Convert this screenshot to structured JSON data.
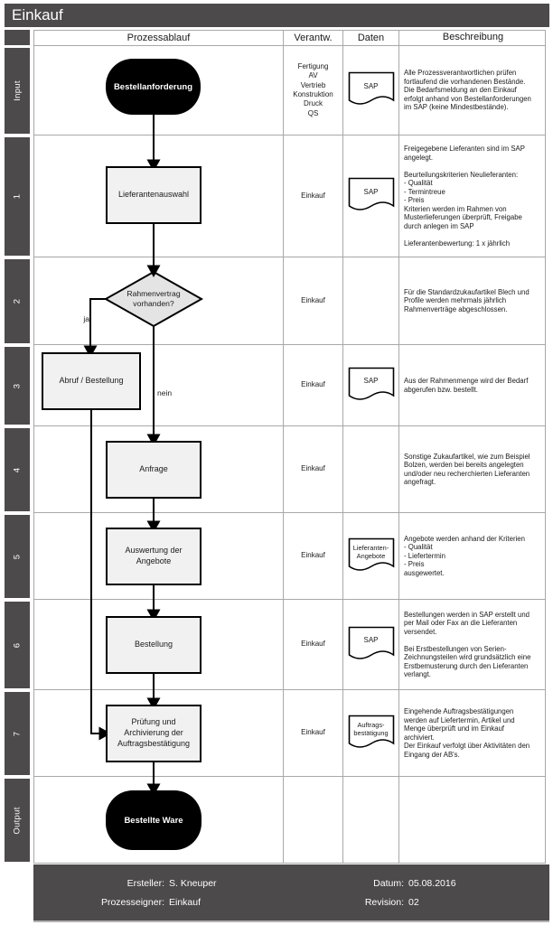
{
  "title": "Einkauf",
  "colors": {
    "header_bg": "#4c4a4a",
    "sidebar_bg": "#4c4a4a",
    "footer_bg": "#4c4a4a",
    "grid_line": "#a8a8a8",
    "process_fill": "#f1f1f1",
    "decision_fill": "#e4e4e4",
    "terminator_fill": "#000000"
  },
  "table": {
    "headers": [
      "Prozessablauf",
      "Verantw.",
      "Daten",
      "Beschreibung"
    ]
  },
  "rows": [
    {
      "label": "Input",
      "verantw": "Fertigung\nAV\nVertrieb\nKonstruktion\nDruck\nQS",
      "daten": "SAP",
      "beschreibung": "Alle Prozessverantwortlichen prüfen\nfortlaufend die vorhandenen Bestände.\nDie Bedarfsmeldung an den Einkauf\nerfolgt anhand von Bestellanforderungen\nim SAP (keine Mindestbestände)."
    },
    {
      "label": "1",
      "verantw": "Einkauf",
      "daten": "SAP",
      "beschreibung": "Freigegebene Lieferanten sind im SAP\nangelegt.\n\nBeurteilungskriterien Neulieferanten:\n- Qualität\n- Termintreue\n- Preis\nKriterien werden im Rahmen von\nMusterlieferungen überprüft, Freigabe\ndurch anlegen im SAP\n\nLieferantenbewertung: 1 x jährlich"
    },
    {
      "label": "2",
      "verantw": "Einkauf",
      "daten": "",
      "beschreibung": "Für die Standardzukaufartikel Blech und\nProfile werden mehrmals jährlich\nRahmenverträge abgeschlossen."
    },
    {
      "label": "3",
      "verantw": "Einkauf",
      "daten": "SAP",
      "beschreibung": "Aus der Rahmenmenge wird der Bedarf\nabgerufen bzw. bestellt."
    },
    {
      "label": "4",
      "verantw": "Einkauf",
      "daten": "",
      "beschreibung": "Sonstige Zukaufartikel, wie zum Beispiel\nBolzen, werden bei bereits angelegten\nund/oder neu recherchierten Lieferanten\nangefragt."
    },
    {
      "label": "5",
      "verantw": "Einkauf",
      "daten": "Lieferanten-\nAngebote",
      "beschreibung": "Angebote werden anhand der Kriterien\n- Qualität\n- Liefertermin\n- Preis\nausgewertet."
    },
    {
      "label": "6",
      "verantw": "Einkauf",
      "daten": "SAP",
      "beschreibung": "Bestellungen werden in SAP erstellt und\nper Mail oder Fax an die Lieferanten\nversendet.\n\nBei Erstbestellungen von Serien-\nZeichnungsteilen wird grundsätzlich eine\nErstbemusterung durch den Lieferanten\nverlangt."
    },
    {
      "label": "7",
      "verantw": "Einkauf",
      "daten": "Auftrags-\nbestätigung",
      "beschreibung": "Eingehende Auftragsbestätigungen\nwerden auf Liefertermin, Artikel und\nMenge überprüft und im Einkauf\narchiviert.\nDer Einkauf verfolgt über Aktivitäten den\nEingang der AB's."
    },
    {
      "label": "Output",
      "verantw": "",
      "daten": "",
      "beschreibung": ""
    }
  ],
  "flow": {
    "nodes": [
      {
        "id": "bestellanforderung",
        "type": "terminator",
        "label": "Bestellanforderung"
      },
      {
        "id": "lieferantenauswahl",
        "type": "process",
        "label": "Lieferantenauswahl"
      },
      {
        "id": "rahmenvertrag",
        "type": "decision",
        "label": "Rahmenvertrag\nvorhanden?"
      },
      {
        "id": "abruf-bestellung",
        "type": "process",
        "label": "Abruf / Bestellung"
      },
      {
        "id": "anfrage",
        "type": "process",
        "label": "Anfrage"
      },
      {
        "id": "auswertung",
        "type": "process",
        "label": "Auswertung der\nAngebote"
      },
      {
        "id": "bestellung",
        "type": "process",
        "label": "Bestellung"
      },
      {
        "id": "pruefung",
        "type": "process",
        "label": "Prüfung und\nArchivierung der\nAuftragsbestätigung"
      },
      {
        "id": "bestellte-ware",
        "type": "terminator",
        "label": "Bestellte Ware"
      }
    ],
    "ja": "ja",
    "nein": "nein"
  },
  "footer": {
    "ersteller_label": "Ersteller:",
    "ersteller": "S. Kneuper",
    "datum_label": "Datum:",
    "datum": "05.08.2016",
    "prozesseigner_label": "Prozesseigner:",
    "prozesseigner": "Einkauf",
    "revision_label": "Revision:",
    "revision": "02"
  }
}
